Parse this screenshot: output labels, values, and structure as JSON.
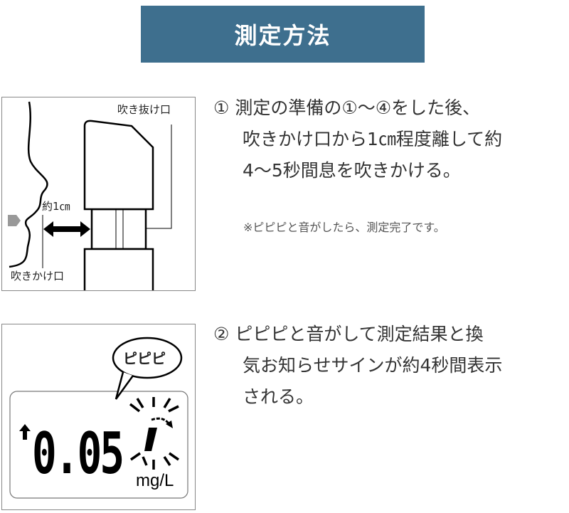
{
  "title": "測定方法",
  "figure1": {
    "outlet_label": "吹き抜け口",
    "distance_label": "約1㎝",
    "inlet_label": "吹きかけ口"
  },
  "figure2": {
    "beep_bubble": "ピピピ",
    "reading": "0.05",
    "unit": "mg/L"
  },
  "step1": {
    "lines": [
      "① 測定の準備の①～④をした後、",
      "吹きかけ口から1㎝程度離して約",
      "4～5秒間息を吹きかける。"
    ],
    "note": "※ピピピと音がしたら、測定完了です。"
  },
  "step2": {
    "lines": [
      "② ピピピと音がして測定結果と換",
      "気お知らせサインが約4秒間表示",
      "される。"
    ]
  },
  "colors": {
    "banner": "#3e6f8e"
  }
}
